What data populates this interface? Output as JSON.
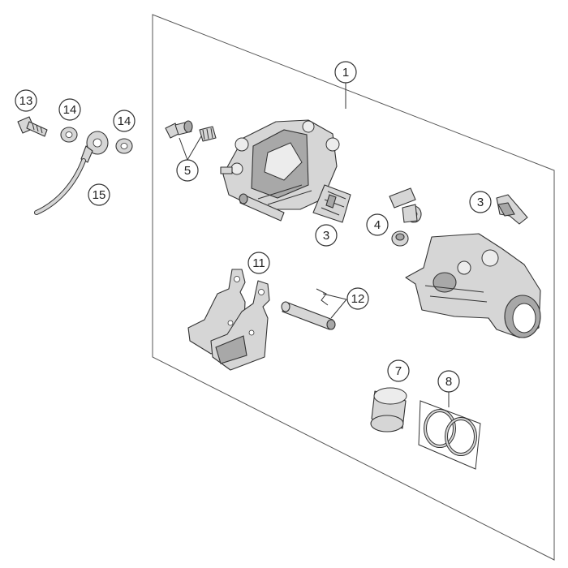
{
  "callouts": {
    "c1": "1",
    "c3a": "3",
    "c3b": "3",
    "c4": "4",
    "c5": "5",
    "c7": "7",
    "c8": "8",
    "c11": "11",
    "c12": "12",
    "c13": "13",
    "c14a": "14",
    "c14b": "14",
    "c15": "15"
  },
  "colors": {
    "part_fill": "#d6d6d6",
    "part_shade": "#a8a8a8",
    "outline": "#333333",
    "background": "#ffffff"
  }
}
